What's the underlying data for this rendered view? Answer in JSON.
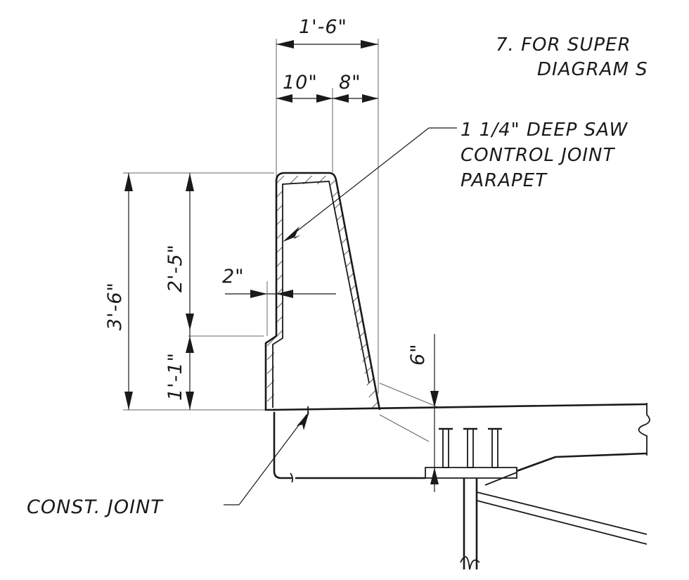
{
  "dimensions": {
    "parapet_width_total": "1'-6\"",
    "parapet_base_inner": "10\"",
    "parapet_base_outer": "8\"",
    "parapet_height_total": "3'-6\"",
    "upper_face_height": "2'-5\"",
    "lower_face_height": "1'-1\"",
    "face_step": "2\"",
    "slab_thickness_note": "6\""
  },
  "notes": {
    "note7_line1": "7.  FOR SUPER",
    "note7_line2": "DIAGRAM S",
    "saw_cut_line1": "1 1/4\" DEEP SAW",
    "saw_cut_line2": "CONTROL JOINT",
    "saw_cut_line3": "PARAPET",
    "const_joint": "CONST. JOINT"
  }
}
